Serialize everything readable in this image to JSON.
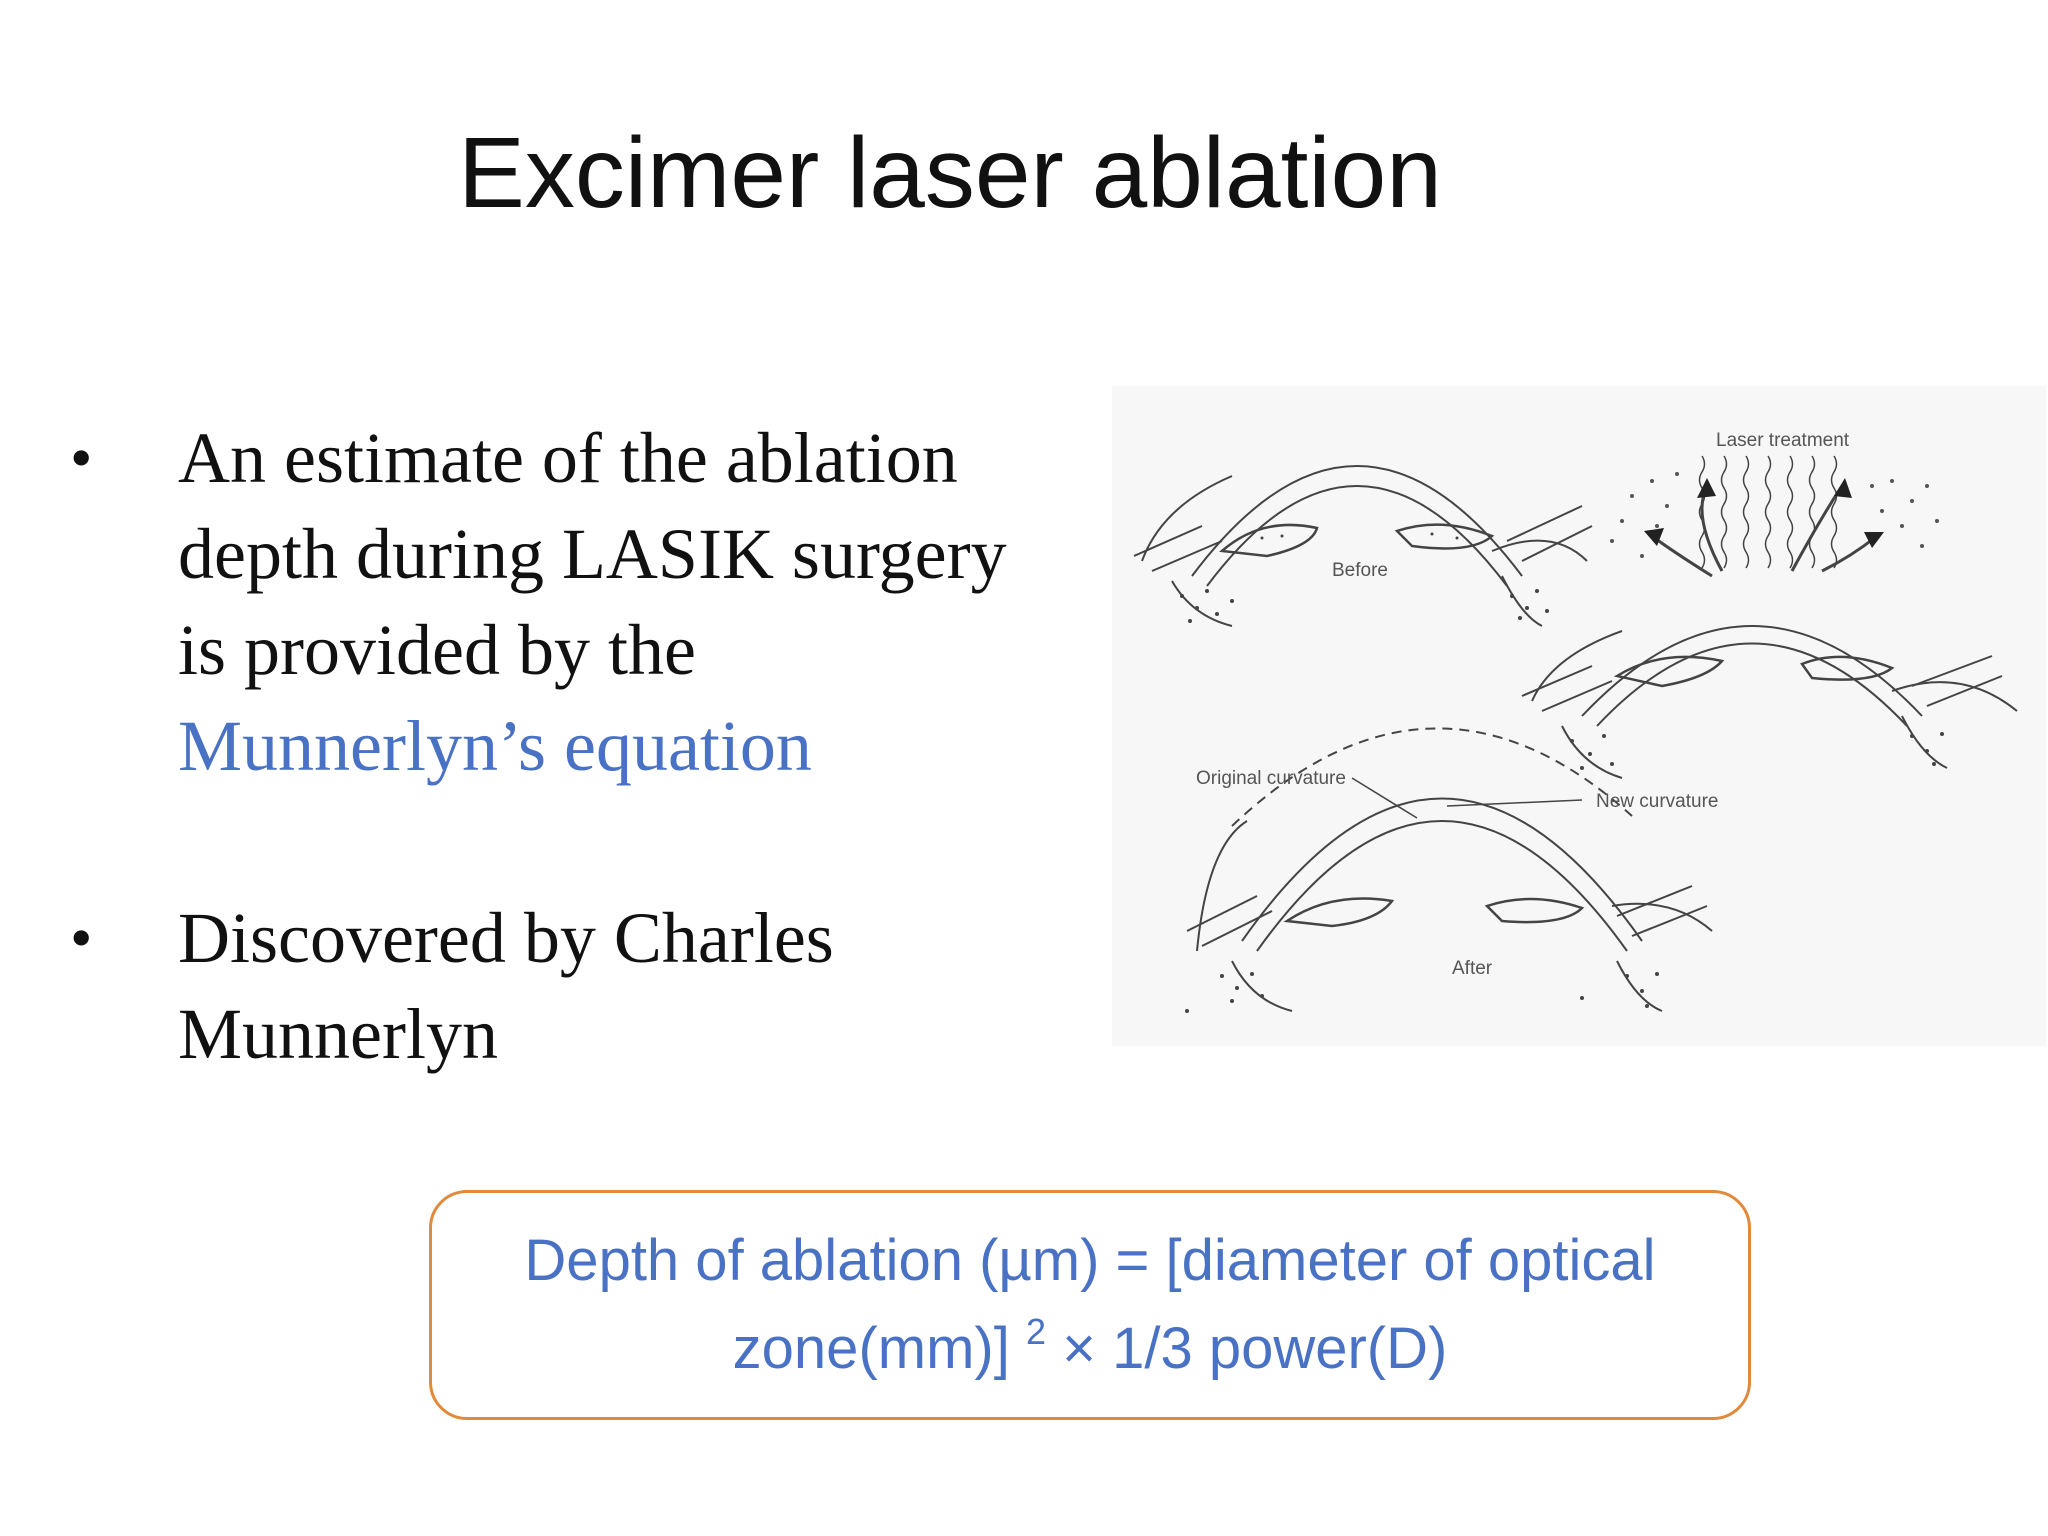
{
  "slide": {
    "title": "Excimer laser ablation",
    "bullets": [
      {
        "marker": "•",
        "text_lines": [
          "An estimate of the ablation",
          "depth during LASIK surgery",
          "is provided by the"
        ],
        "highlight": "Munnerlyn’s equation"
      },
      {
        "marker": "•",
        "text_lines": [
          "Discovered by Charles",
          "Munnerlyn"
        ]
      }
    ],
    "figure": {
      "labels": {
        "laser_treatment": "Laser treatment",
        "before": "Before",
        "original_curvature": "Original curvature",
        "new_curvature": "New curvature",
        "after": "After"
      }
    },
    "formula": {
      "line1": "Depth of ablation  (µm) = [diameter of optical",
      "line2_pre": "zone(mm)]",
      "superscript": "2",
      "line2_post": "× 1/3 power(D)",
      "border_color": "#e08a3c",
      "text_color": "#4a72c4"
    }
  }
}
